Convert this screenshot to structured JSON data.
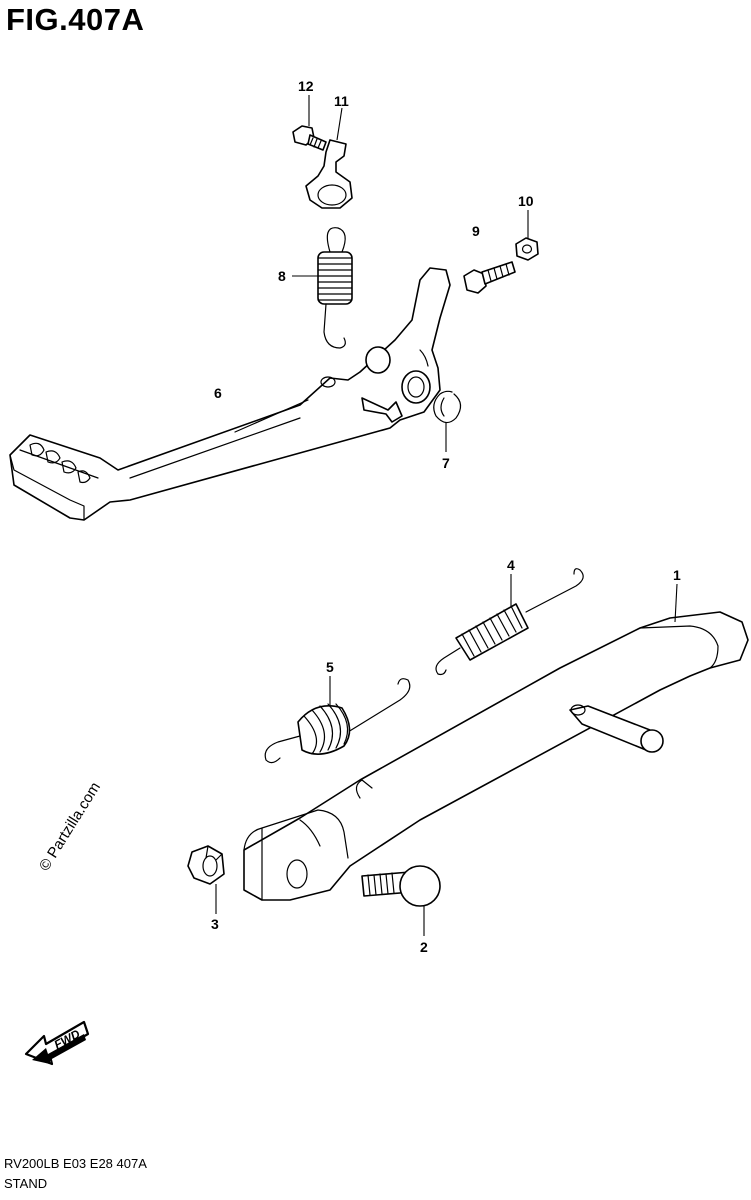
{
  "figure": {
    "title": "FIG.407A",
    "model_code": "RV200LB  E03  E28  407A",
    "section_name": "STAND",
    "watermark": "© Partzilla.com",
    "fwd_label": "FWD"
  },
  "callouts": [
    "1",
    "2",
    "3",
    "4",
    "5",
    "6",
    "7",
    "8",
    "9",
    "10",
    "11",
    "12"
  ]
}
